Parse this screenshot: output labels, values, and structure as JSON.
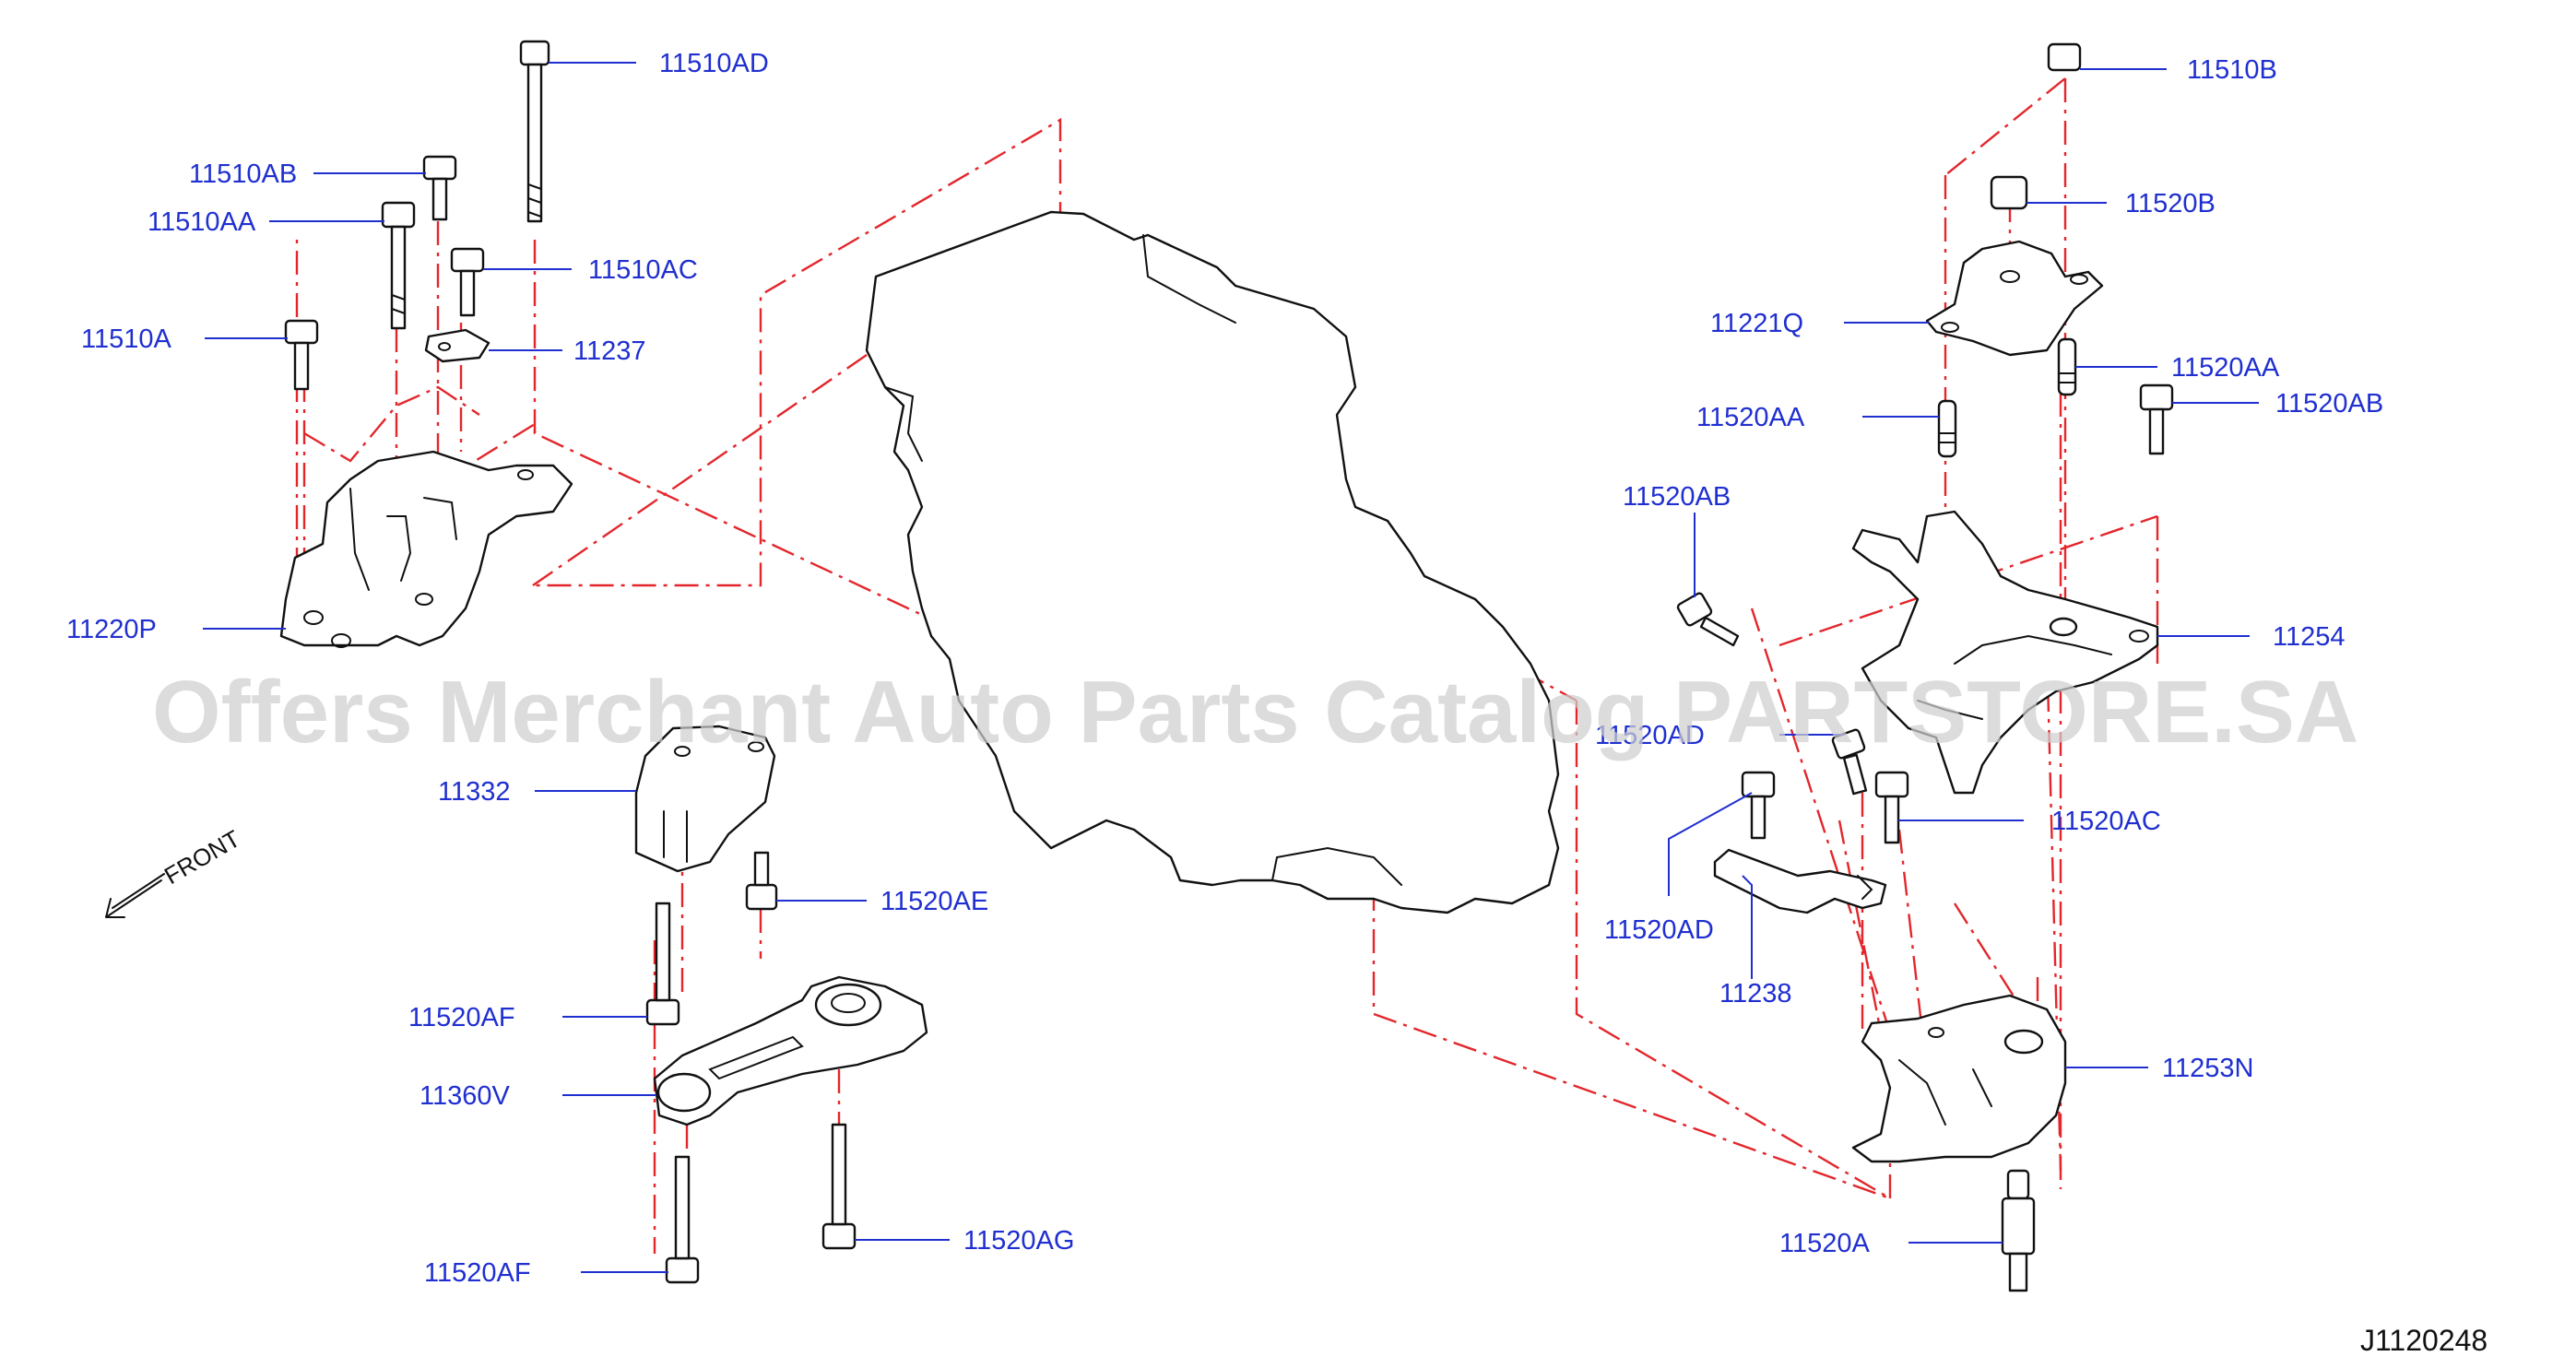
{
  "watermark": "Offers Merchant Auto Parts Catalog PARTSTORE.SA",
  "diagram_code": "J1120248",
  "front_label": "FRONT",
  "colors": {
    "label": "#1f2fd0",
    "phantom_line": "#e3262b",
    "outline": "#111111",
    "watermark": "#cfcfcf"
  },
  "parts": [
    {
      "id": "11510AD"
    },
    {
      "id": "11510AB"
    },
    {
      "id": "11510AA"
    },
    {
      "id": "11510AC"
    },
    {
      "id": "11510A"
    },
    {
      "id": "11237"
    },
    {
      "id": "11220P"
    },
    {
      "id": "11332"
    },
    {
      "id": "11520AE"
    },
    {
      "id": "11520AF"
    },
    {
      "id": "11360V"
    },
    {
      "id": "11520AG"
    },
    {
      "id": "11520AF"
    },
    {
      "id": "11510B"
    },
    {
      "id": "11520B"
    },
    {
      "id": "11221Q"
    },
    {
      "id": "11520AA"
    },
    {
      "id": "11520AA"
    },
    {
      "id": "11520AB"
    },
    {
      "id": "11520AB"
    },
    {
      "id": "11254"
    },
    {
      "id": "11520AD"
    },
    {
      "id": "11520AC"
    },
    {
      "id": "11520AD"
    },
    {
      "id": "11238"
    },
    {
      "id": "11253N"
    },
    {
      "id": "11520A"
    }
  ]
}
